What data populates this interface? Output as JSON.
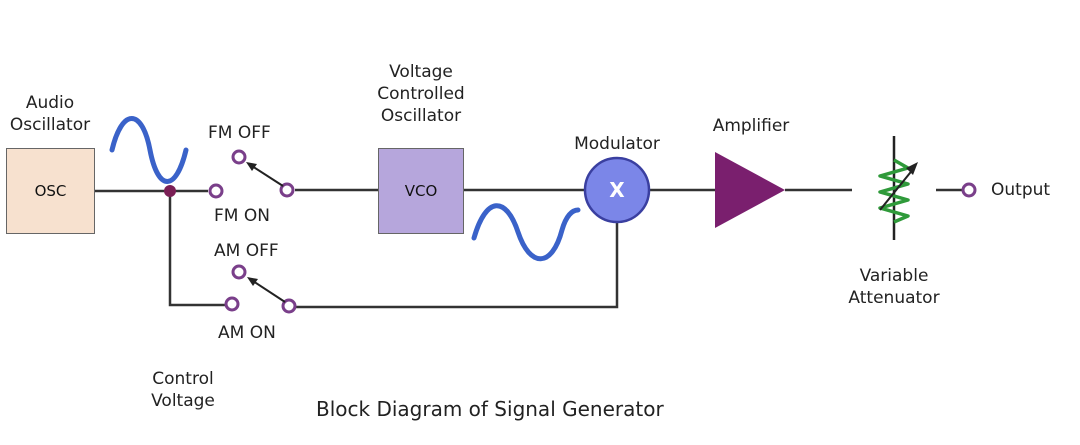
{
  "blocks": {
    "osc": "OSC",
    "vco": "VCO",
    "modulator_symbol": "X"
  },
  "labels": {
    "audio_oscillator": [
      "Audio",
      "Oscillator"
    ],
    "vco_label": [
      "Voltage",
      "Controlled",
      "Oscillator"
    ],
    "modulator": "Modulator",
    "amplifier": "Amplifier",
    "variable_attenuator": [
      "Variable",
      "Attenuator"
    ],
    "output": "Output",
    "fm_off": "FM OFF",
    "fm_on": "FM ON",
    "am_off": "AM OFF",
    "am_on": "AM ON",
    "control_voltage": [
      "Control",
      "Voltage"
    ]
  },
  "caption": "Block Diagram of Signal Generator",
  "colors": {
    "osc_fill": "#f7e1cf",
    "vco_fill": "#b6a6dc",
    "modulator_fill": "#7b86e8",
    "amplifier_fill": "#7a1f6e",
    "attenuator_fill": "#f8e6d5",
    "wave": "#3a62c9",
    "terminal": "#7a3f8a",
    "resistor": "#2f9a3a"
  }
}
